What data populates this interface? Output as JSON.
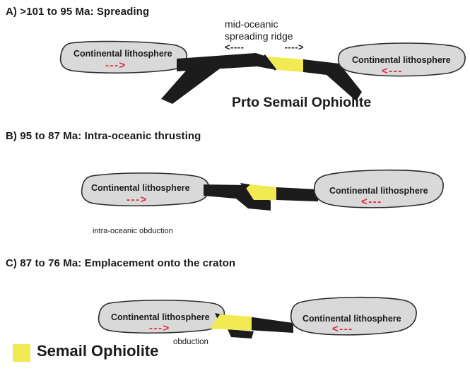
{
  "colors": {
    "background": "#ffffff",
    "continental_fill": "#d9d9d9",
    "continental_stroke": "#2b2b2b",
    "oceanic_black": "#1c1c1c",
    "ophiolite_yellow": "#f2ea52",
    "arrow_red": "#e0293a",
    "text": "#1d1a1c"
  },
  "panel_a": {
    "title": "A) >101 to 95 Ma: Spreading",
    "ridge_label_line1": "mid-oceanic",
    "ridge_label_line2": "spreading ridge",
    "ridge_arrow_left": "<----",
    "ridge_arrow_right": "---->",
    "left_plate_label": "Continental lithosphere",
    "left_plate_arrow": "--->",
    "right_plate_label": "Continental lithosphere",
    "right_plate_arrow": "<---",
    "ophiolite_label": "Prto Semail Ophiolite"
  },
  "panel_b": {
    "title": "B) 95 to 87 Ma: Intra-oceanic thrusting",
    "left_plate_label": "Continental lithosphere",
    "left_plate_arrow": "--->",
    "right_plate_label": "Continental lithosphere",
    "right_plate_arrow": "<---",
    "process_label": "intra-oceanic obduction"
  },
  "panel_c": {
    "title": "C) 87 to 76 Ma: Emplacement onto the craton",
    "left_plate_label": "Continental lithosphere",
    "left_plate_arrow": "--->",
    "right_plate_label": "Continental lithosphere",
    "right_plate_arrow": "<---",
    "process_label": "obduction"
  },
  "legend": {
    "label": "Semail Ophiolite"
  }
}
